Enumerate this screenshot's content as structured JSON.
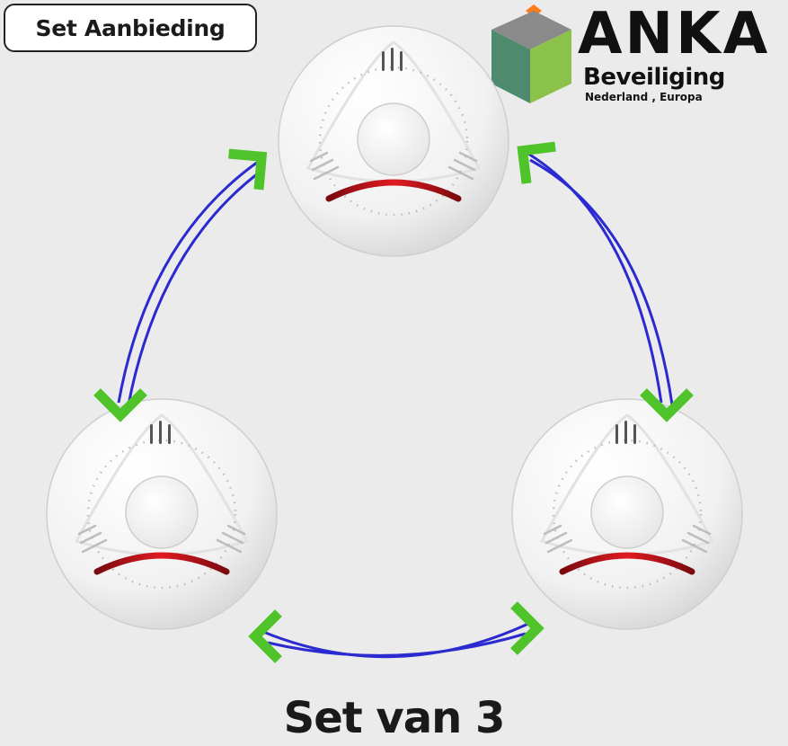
{
  "badge": {
    "label": "Set Aanbieding"
  },
  "logo": {
    "word": "ANKA",
    "subtitle": "Beveiliging",
    "region": "Nederland , Europa",
    "colors": {
      "cube_left": "#4e8a6e",
      "cube_right": "#8bc34a",
      "cube_cap": "#ff7a1a",
      "cube_gray": "#8a8a8a"
    }
  },
  "caption": "Set van 3",
  "colors": {
    "background": "#ebebeb",
    "link_line": "#2a2ad0",
    "arrow_head": "#4fc32a",
    "alarm_red": "#c0141c"
  },
  "icons": [
    "smoke-detector-icon",
    "wireless-link-arrow-icon"
  ]
}
